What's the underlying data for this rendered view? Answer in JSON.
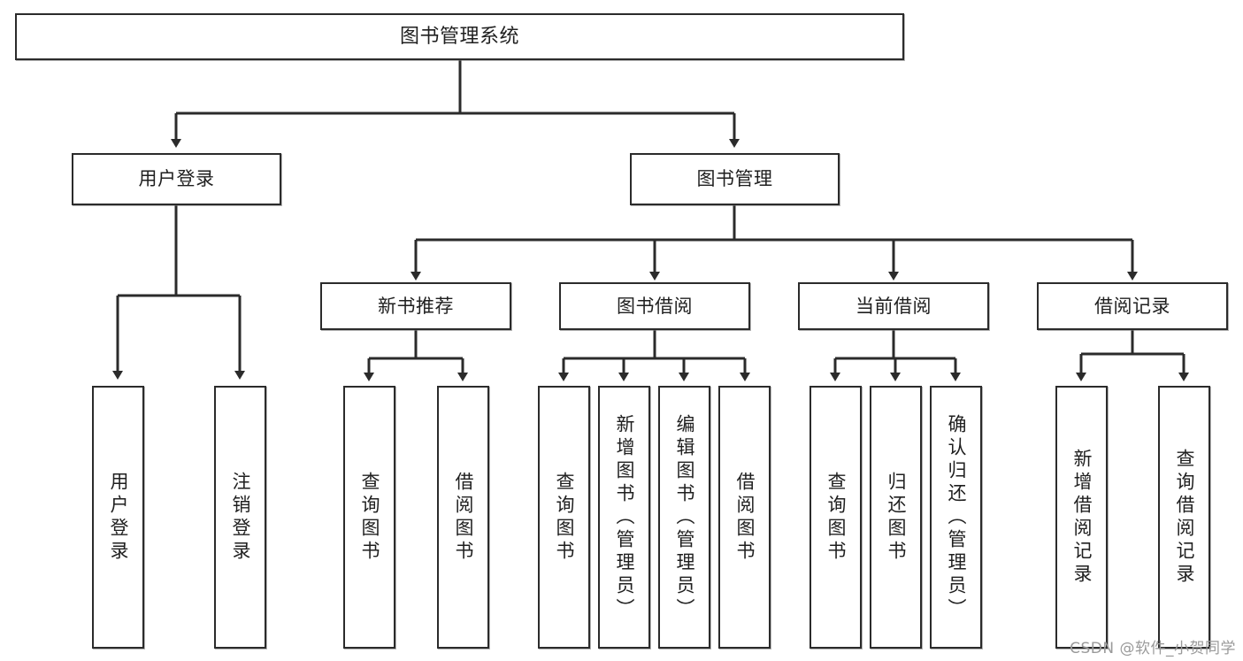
{
  "diagram": {
    "title": "图书管理系统",
    "root": {
      "label": "图书管理系统"
    },
    "level2": [
      {
        "label": "用户登录"
      },
      {
        "label": "图书管理"
      }
    ],
    "level3": [
      {
        "label": "新书推荐"
      },
      {
        "label": "图书借阅"
      },
      {
        "label": "当前借阅"
      },
      {
        "label": "借阅记录"
      }
    ],
    "leaves": {
      "user_login": [
        {
          "label": "用户登录"
        },
        {
          "label": "注销登录"
        }
      ],
      "new_book": [
        {
          "label": "查询图书"
        },
        {
          "label": "借阅图书"
        }
      ],
      "borrow_book": [
        {
          "label": "查询图书"
        },
        {
          "label": "新增图书（管理员）"
        },
        {
          "label": "编辑图书（管理员）"
        },
        {
          "label": "借阅图书"
        }
      ],
      "current_borrow": [
        {
          "label": "查询图书"
        },
        {
          "label": "归还图书"
        },
        {
          "label": "确认归还（管理员）"
        }
      ],
      "borrow_record": [
        {
          "label": "新增借阅记录"
        },
        {
          "label": "查询借阅记录"
        }
      ]
    }
  },
  "watermark": {
    "text": "CSDN @软件_小贺同学"
  },
  "colors": {
    "border": "#2b2b2b",
    "background": "#ffffff",
    "text": "#1f1f1f",
    "watermark": "#9a9a9a"
  }
}
